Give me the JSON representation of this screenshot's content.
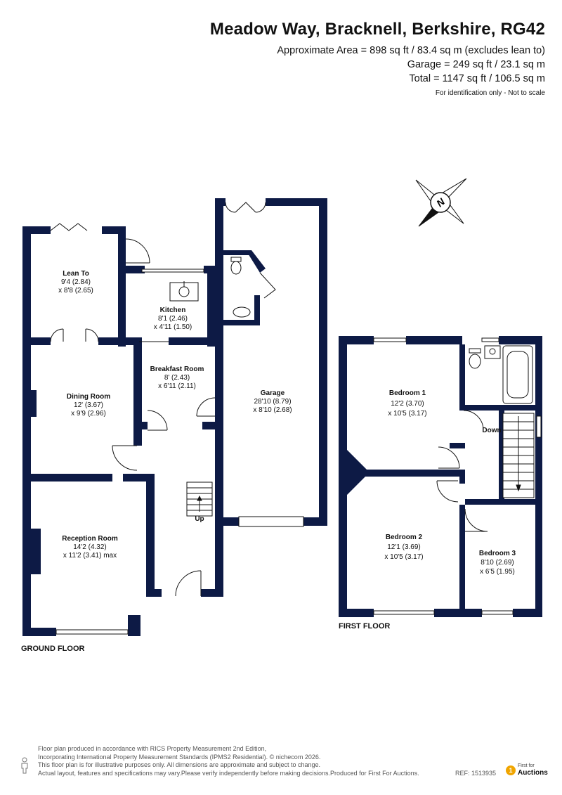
{
  "header": {
    "title": "Meadow Way, Bracknell, Berkshire, RG42",
    "area_line": "Approximate Area = 898 sq ft / 83.4 sq m (excludes lean to)",
    "garage_line": "Garage = 249 sq ft / 23.1 sq m",
    "total_line": "Total = 1147 sq ft / 106.5 sq m",
    "note": "For identification only - Not to scale"
  },
  "compass": {
    "letter": "N"
  },
  "ground_floor": {
    "label": "GROUND FLOOR",
    "rooms": [
      {
        "name": "Lean To",
        "dim1": "9'4 (2.84)",
        "dim2": "x 8'8 (2.65)"
      },
      {
        "name": "Kitchen",
        "dim1": "8'1 (2.46)",
        "dim2": "x 4'11 (1.50)"
      },
      {
        "name": "Breakfast Room",
        "dim1": "8' (2.43)",
        "dim2": "x 6'11 (2.11)"
      },
      {
        "name": "Dining Room",
        "dim1": "12' (3.67)",
        "dim2": "x 9'9 (2.96)"
      },
      {
        "name": "Garage",
        "dim1": "28'10 (8.79)",
        "dim2": "x 8'10 (2.68)"
      },
      {
        "name": "Reception Room",
        "dim1": "14'2 (4.32)",
        "dim2": "x 11'2 (3.41) max"
      }
    ],
    "stair_label": "Up"
  },
  "first_floor": {
    "label": "FIRST FLOOR",
    "rooms": [
      {
        "name": "Bedroom 1",
        "dim1": "12'2 (3.70)",
        "dim2": "x 10'5 (3.17)"
      },
      {
        "name": "Bedroom 2",
        "dim1": "12'1 (3.69)",
        "dim2": "x 10'5 (3.17)"
      },
      {
        "name": "Bedroom 3",
        "dim1": "8'10 (2.69)",
        "dim2": "x 6'5 (1.95)"
      }
    ],
    "stair_label": "Down"
  },
  "footer": {
    "line1": "Floor plan produced in accordance with RICS Property Measurement 2nd Edition,",
    "line2": "Incorporating International Property Measurement Standards (IPMS2 Residential).  © nichecom 2026.",
    "line3": "This floor plan is for illustrative purposes only. All dimensions are approximate and subject to change.",
    "line4": "Actual layout, features and specifications may vary.Please verify independently before making decisions.Produced for First For Auctions.",
    "ref": "REF: 1513935",
    "brand_small": "First for",
    "brand_big": "Auctions"
  },
  "colors": {
    "wall": "#0d1a45",
    "ink": "#111111",
    "brand": "#f0a500"
  }
}
